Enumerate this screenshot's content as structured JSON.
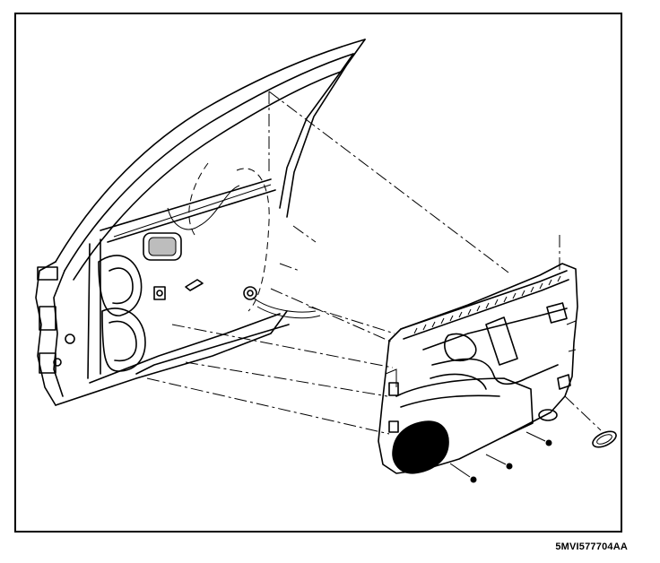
{
  "figure": {
    "code": "5MVI577704AA"
  },
  "colors": {
    "line": "#000000",
    "background": "#ffffff",
    "speaker_fill": "#000000"
  },
  "parts": [
    "door-frame",
    "door-inner-panel",
    "door-trim-panel",
    "speaker-grille",
    "trim-screw",
    "trim-screw",
    "trim-screw",
    "screw-cover-cap"
  ]
}
